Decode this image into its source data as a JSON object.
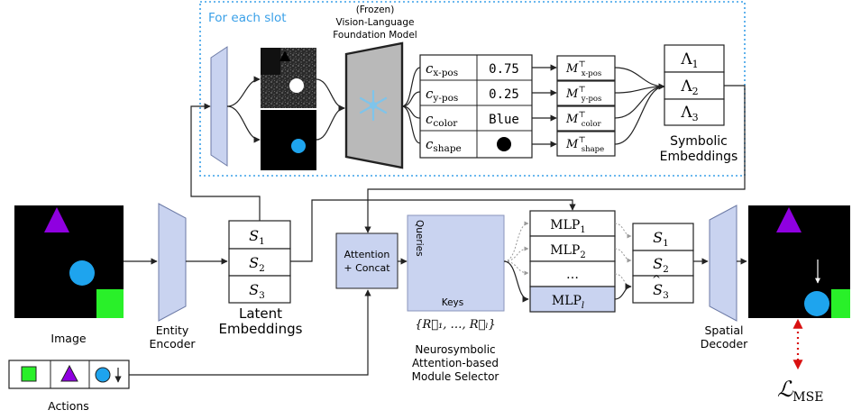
{
  "colors": {
    "module_fill": "#c9d3f0",
    "purple": "#8f00e0",
    "blue": "#1ea4ee",
    "green": "#29f029",
    "mse_arrow": "#d91010",
    "dotted_frame": "#3aa0e8"
  },
  "slot_frame": {
    "title": "For each slot"
  },
  "foundation_model": {
    "label_line1": "(Frozen)",
    "label_line2": "Vision-Language",
    "label_line3": "Foundation Model",
    "icon": "snowflake-icon"
  },
  "concepts": [
    {
      "name": "c",
      "sub": "x-pos",
      "value": "0.75",
      "proj_sub": "x-pos"
    },
    {
      "name": "c",
      "sub": "y-pos",
      "value": "0.25",
      "proj_sub": "y-pos"
    },
    {
      "name": "c",
      "sub": "color",
      "value": "Blue",
      "proj_sub": "color"
    },
    {
      "name": "c",
      "sub": "shape",
      "value": "",
      "proj_sub": "shape"
    }
  ],
  "projection_symbol": "M",
  "projection_sup": "⊤",
  "symbolic": {
    "items": [
      {
        "sym": "Λ",
        "sub": "1"
      },
      {
        "sym": "Λ",
        "sub": "2"
      },
      {
        "sym": "Λ",
        "sub": "3"
      }
    ],
    "label_line1": "Symbolic",
    "label_line2": "Embeddings"
  },
  "image_label": "Image",
  "entity_encoder": {
    "line1": "Entity",
    "line2": "Encoder"
  },
  "latent": {
    "items": [
      {
        "sym": "S",
        "sub": "1"
      },
      {
        "sym": "S",
        "sub": "2"
      },
      {
        "sym": "S",
        "sub": "3"
      }
    ],
    "label_line1": "Latent",
    "label_line2": "Embeddings"
  },
  "attention": {
    "line1": "Attention",
    "line2": "+ Concat"
  },
  "selector": {
    "queries": "Queries",
    "keys": "Keys",
    "keys_set": "{R⃗₁, …, R⃗ₗ}",
    "label_line1": "Neurosymbolic",
    "label_line2": "Attention-based",
    "label_line3": "Module Selector"
  },
  "mlps": [
    {
      "name": "MLP",
      "sub": "1"
    },
    {
      "name": "MLP",
      "sub": "2"
    },
    {
      "name": "…",
      "sub": ""
    },
    {
      "name": "MLP",
      "sub": "l"
    }
  ],
  "outputs": [
    {
      "sym": "S",
      "sub": "1",
      "hat": false
    },
    {
      "sym": "S",
      "sub": "2",
      "hat": false
    },
    {
      "sym": "S",
      "sub": "3",
      "hat": true
    }
  ],
  "decoder": {
    "line1": "Spatial",
    "line2": "Decoder"
  },
  "loss": {
    "sym": "ℒ",
    "sub": "MSE"
  },
  "actions_label": "Actions"
}
